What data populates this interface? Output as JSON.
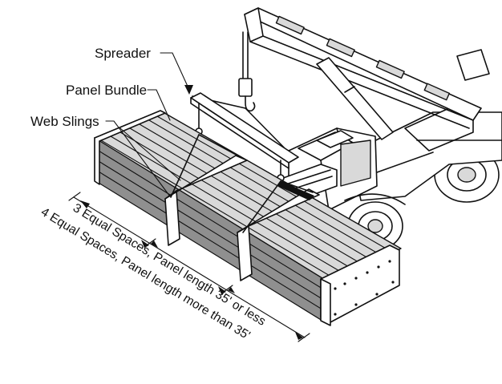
{
  "labels": {
    "spreader": "Spreader",
    "panel_bundle": "Panel Bundle",
    "web_slings": "Web Slings"
  },
  "dimensions": {
    "three_spaces": "3 Equal Spaces, Panel length 35' or less",
    "four_spaces": "4 Equal Spaces, Panel length more than 35'"
  },
  "colors": {
    "ink": "#111111",
    "panel_light": "#d9d9d9",
    "panel_dark": "#8f8f8f",
    "background": "#ffffff"
  },
  "icons": [
    "crane-truck-icon",
    "spreader-bar-icon",
    "crane-hook-icon",
    "panel-bundle-icon",
    "web-sling-icon",
    "dimension-arrow-icon"
  ]
}
